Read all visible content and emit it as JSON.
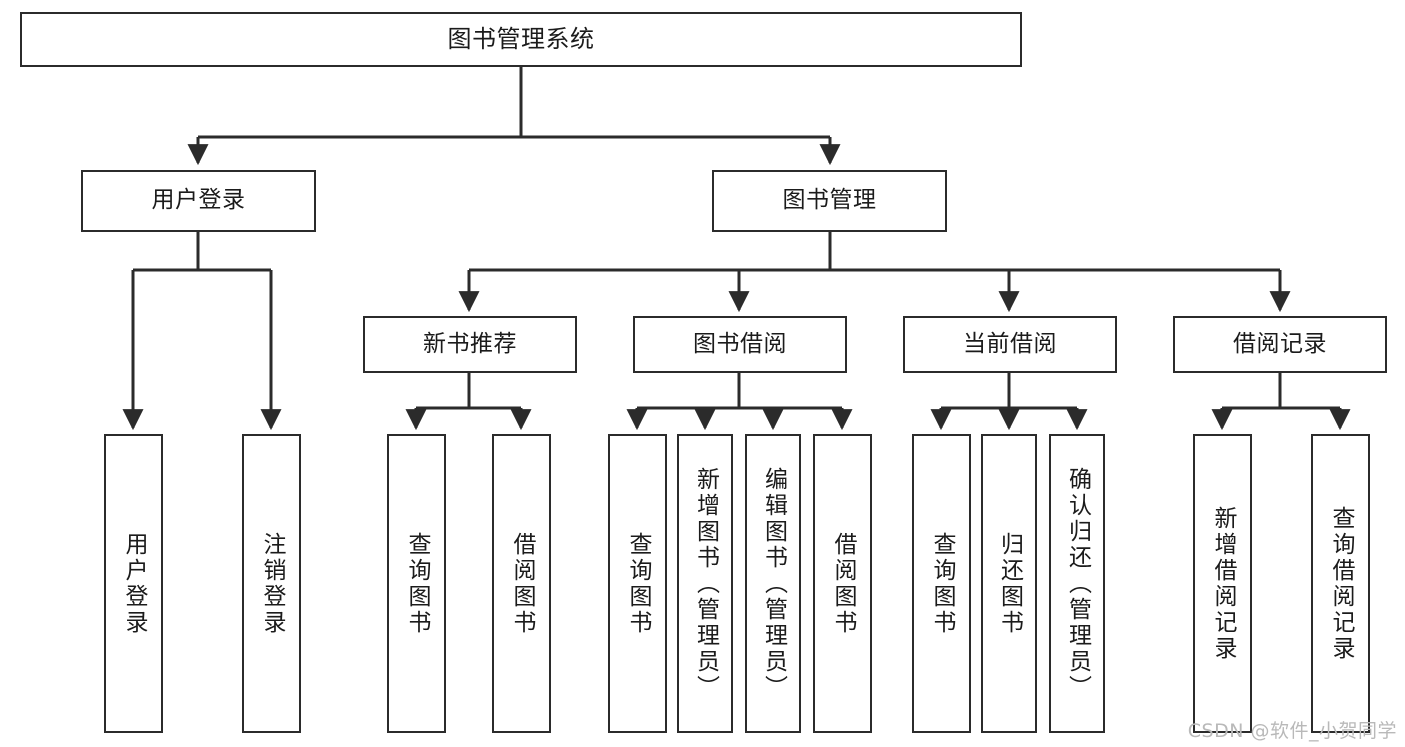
{
  "diagram": {
    "type": "tree-hierarchy",
    "title": "图书管理系统",
    "root": {
      "id": "root",
      "label": "图书管理系统"
    },
    "level2": [
      {
        "id": "user-login",
        "label": "用户登录"
      },
      {
        "id": "book-manage",
        "label": "图书管理"
      }
    ],
    "level3": [
      {
        "id": "new-book-recommend",
        "label": "新书推荐",
        "parent": "book-manage"
      },
      {
        "id": "book-borrow",
        "label": "图书借阅",
        "parent": "book-manage"
      },
      {
        "id": "current-borrow",
        "label": "当前借阅",
        "parent": "book-manage"
      },
      {
        "id": "borrow-record",
        "label": "借阅记录",
        "parent": "book-manage"
      }
    ],
    "leaves": [
      {
        "id": "leaf-user-login",
        "label": "用户登录",
        "parent": "user-login"
      },
      {
        "id": "leaf-logout-login",
        "label": "注销登录",
        "parent": "user-login"
      },
      {
        "id": "leaf-query-book-1",
        "label": "查询图书",
        "parent": "new-book-recommend"
      },
      {
        "id": "leaf-borrow-book-1",
        "label": "借阅图书",
        "parent": "new-book-recommend"
      },
      {
        "id": "leaf-query-book-2",
        "label": "查询图书",
        "parent": "book-borrow"
      },
      {
        "id": "leaf-add-book",
        "label": "新增图书（管理员）",
        "parent": "book-borrow"
      },
      {
        "id": "leaf-edit-book",
        "label": "编辑图书（管理员）",
        "parent": "book-borrow"
      },
      {
        "id": "leaf-borrow-book-2",
        "label": "借阅图书",
        "parent": "book-borrow"
      },
      {
        "id": "leaf-query-book-3",
        "label": "查询图书",
        "parent": "current-borrow"
      },
      {
        "id": "leaf-return-book",
        "label": "归还图书",
        "parent": "current-borrow"
      },
      {
        "id": "leaf-confirm-return",
        "label": "确认归还（管理员）",
        "parent": "current-borrow"
      },
      {
        "id": "leaf-add-record",
        "label": "新增借阅记录",
        "parent": "borrow-record"
      },
      {
        "id": "leaf-query-record",
        "label": "查询借阅记录",
        "parent": "borrow-record"
      }
    ],
    "colors": {
      "stroke": "#2b2b2b",
      "fill": "#ffffff",
      "text": "#1b1b1b",
      "watermark": "#b9b9b9"
    }
  },
  "watermark": {
    "text": "CSDN @软件_小贺同学"
  }
}
